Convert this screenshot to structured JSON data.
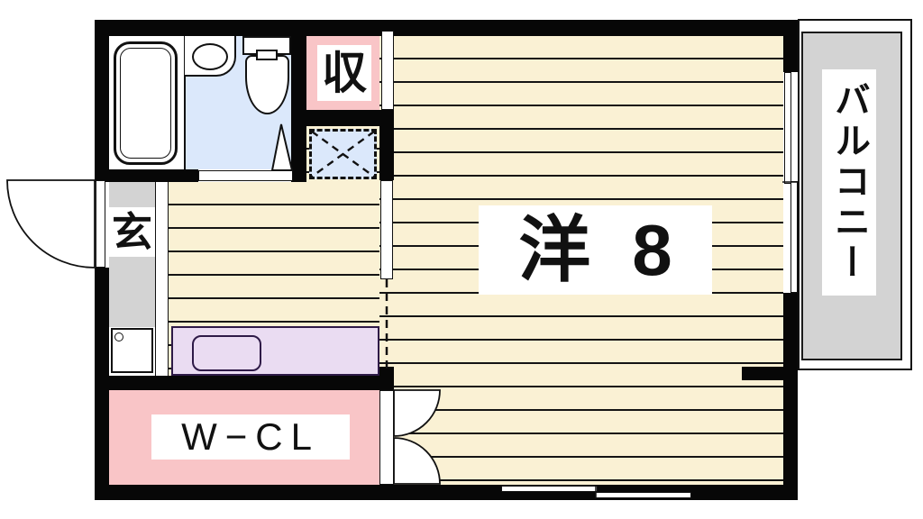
{
  "plan_type": "japanese-apartment-floorplan",
  "labels": {
    "main_room": {
      "name": "洋",
      "size": "8"
    },
    "balcony": "バルコニー",
    "storage": "収",
    "entrance": "玄",
    "walk_in_closet": "W−CL"
  },
  "colors": {
    "floor_cream": "#FAF1D4",
    "floor_line": "#141414",
    "closet_pink": "#F9C5C7",
    "water_area_blue": "#DBE8FB",
    "kitchen_purple": "#EADCF2",
    "kitchen_outline": "#2E1A47",
    "balcony_gray": "#D3D3D3",
    "entrance_gray": "#D3D3D3",
    "wall_black": "#070707",
    "label_background": "#FFFFFF"
  }
}
